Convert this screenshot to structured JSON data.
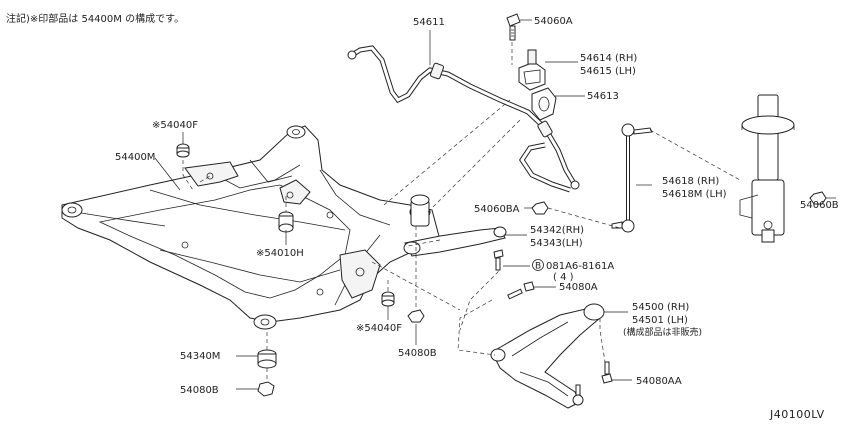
{
  "note": "注記)※印部品は 54400M の構成です。",
  "diagram_code": "J40100LV",
  "labels": {
    "p54611": "54611",
    "p54060A": "54060A",
    "p54614": "54614 (RH)",
    "p54615": "54615 (LH)",
    "p54613": "54613",
    "p54040F_top": "※54040F",
    "p54400M": "54400M",
    "p54618": "54618 (RH)",
    "p54618M": "54618M (LH)",
    "p54060B": "54060B",
    "p54060BA": "54060BA",
    "p54342": "54342(RH)",
    "p54343": "54343(LH)",
    "p54010H": "※54010H",
    "bolt_code": "081A6-8161A",
    "bolt_circle": "B",
    "bolt_qty": "( 4 )",
    "p54080A": "54080A",
    "p54500": "54500 (RH)",
    "p54501": "54501 (LH)",
    "p54500_note": "(構成部品は非販売)",
    "p54040F_bottom": "※54040F",
    "p54340M": "54340M",
    "p54080B_left": "54080B",
    "p54080B_mid": "54080B",
    "p54080AA": "54080AA"
  }
}
